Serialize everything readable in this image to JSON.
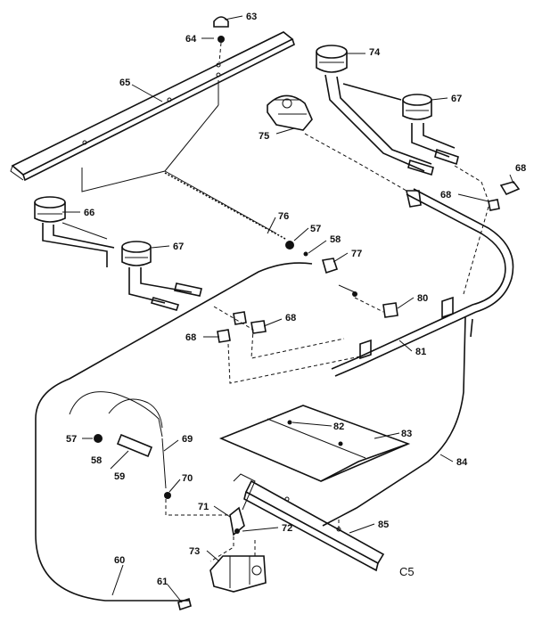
{
  "diagram": {
    "corner_code": "C5",
    "callouts": {
      "c57a": "57",
      "c57b": "57",
      "c58a": "58",
      "c58b": "58",
      "c59": "59",
      "c60": "60",
      "c61": "61",
      "c63": "63",
      "c64": "64",
      "c65": "65",
      "c66": "66",
      "c67a": "67",
      "c67b": "67",
      "c68a": "68",
      "c68b": "68",
      "c68c": "68",
      "c68d": "68",
      "c69": "69",
      "c70": "70",
      "c71": "71",
      "c72": "72",
      "c73": "73",
      "c74": "74",
      "c75": "75",
      "c76": "76",
      "c77": "77",
      "c80": "80",
      "c81": "81",
      "c82": "82",
      "c83": "83",
      "c84": "84",
      "c85": "85"
    }
  }
}
